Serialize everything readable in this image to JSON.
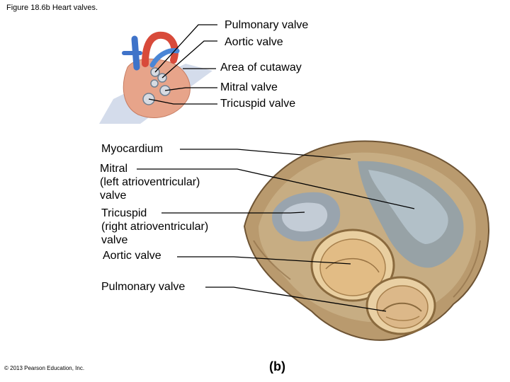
{
  "figure_title": "Figure 18.6b  Heart valves.",
  "top_labels": {
    "pulmonary": "Pulmonary valve",
    "aortic": "Aortic valve",
    "cutaway": "Area of cutaway",
    "mitral": "Mitral valve",
    "tricuspid": "Tricuspid valve"
  },
  "photo_labels": {
    "myocardium": "Myocardium",
    "mitral": "Mitral\n(left atrioventricular)\nvalve",
    "tricuspid": "Tricuspid\n(right atrioventricular)\nvalve",
    "aortic": "Aortic valve",
    "pulmonary": "Pulmonary valve"
  },
  "panel_letter": "(b)",
  "copyright": "© 2013 Pearson Education, Inc."
}
